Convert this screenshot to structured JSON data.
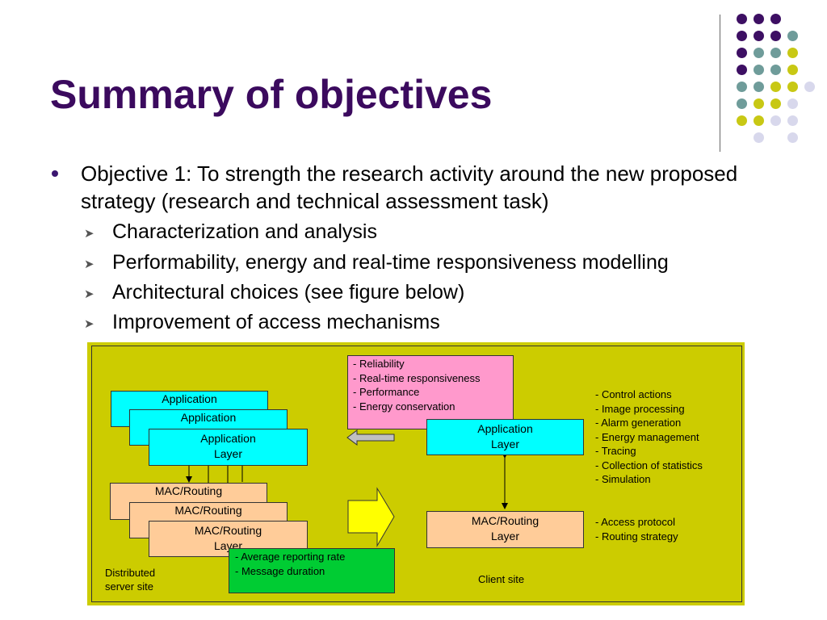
{
  "slide": {
    "title": "Summary of objectives",
    "objective": "Objective 1: To strength the research activity around the new proposed strategy (research and technical assessment task)",
    "sub_items": [
      "Characterization and analysis",
      "Performability, energy and real-time responsiveness modelling",
      "Architectural choices (see figure below)",
      "Improvement of access mechanisms"
    ]
  },
  "colors": {
    "title": "#3b0a5e",
    "diagram_bg": "#cccc00",
    "cyan_box": "#00ffff",
    "peach_box": "#ffcc99",
    "pink_box": "#ff99cc",
    "green_box": "#00cc33",
    "yellow_arrow": "#ffff00"
  },
  "diagram": {
    "server_app_1": "Application",
    "server_app_2": "Application",
    "server_app_3": [
      "Application",
      "Layer"
    ],
    "server_mac_1": "MAC/Routing",
    "server_mac_2": "MAC/Routing",
    "server_mac_3": [
      "MAC/Routing",
      "Layer"
    ],
    "qualities": [
      "- Reliability",
      "- Real-time responsiveness",
      "- Performance",
      "- Energy conservation"
    ],
    "client_app": [
      "Application",
      "Layer"
    ],
    "client_mac": [
      "MAC/Routing",
      "Layer"
    ],
    "app_functions": [
      "- Control actions",
      "- Image processing",
      "- Alarm generation",
      "- Energy management",
      "- Tracing",
      "- Collection of statistics",
      "- Simulation"
    ],
    "mac_functions": [
      "- Access protocol",
      "- Routing strategy"
    ],
    "metrics": [
      "- Average reporting rate",
      "- Message duration"
    ],
    "server_site": [
      "Distributed",
      "server site"
    ],
    "client_site": "Client site"
  }
}
